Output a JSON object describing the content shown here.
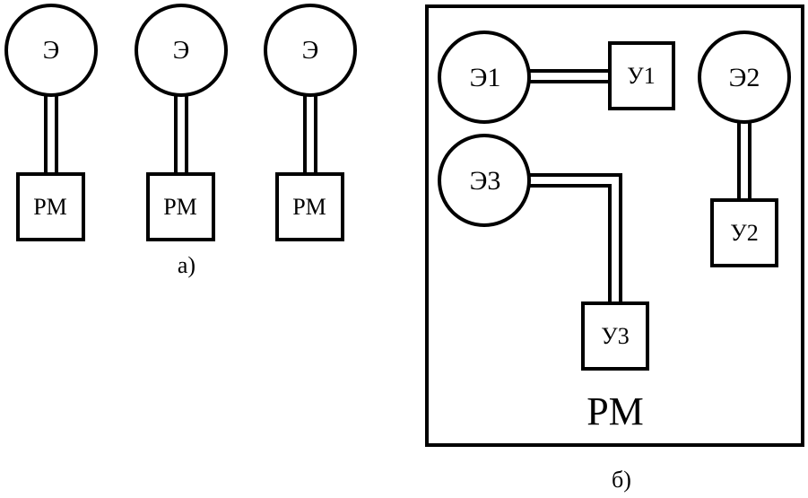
{
  "part_a": {
    "caption": "а)",
    "units": [
      {
        "element": "Э",
        "workplace": "РМ"
      },
      {
        "element": "Э",
        "workplace": "РМ"
      },
      {
        "element": "Э",
        "workplace": "РМ"
      }
    ]
  },
  "part_b": {
    "caption": "б)",
    "workplace": "РМ",
    "elements": [
      "Э1",
      "Э2",
      "Э3"
    ],
    "devices": [
      "У1",
      "У2",
      "У3"
    ]
  }
}
